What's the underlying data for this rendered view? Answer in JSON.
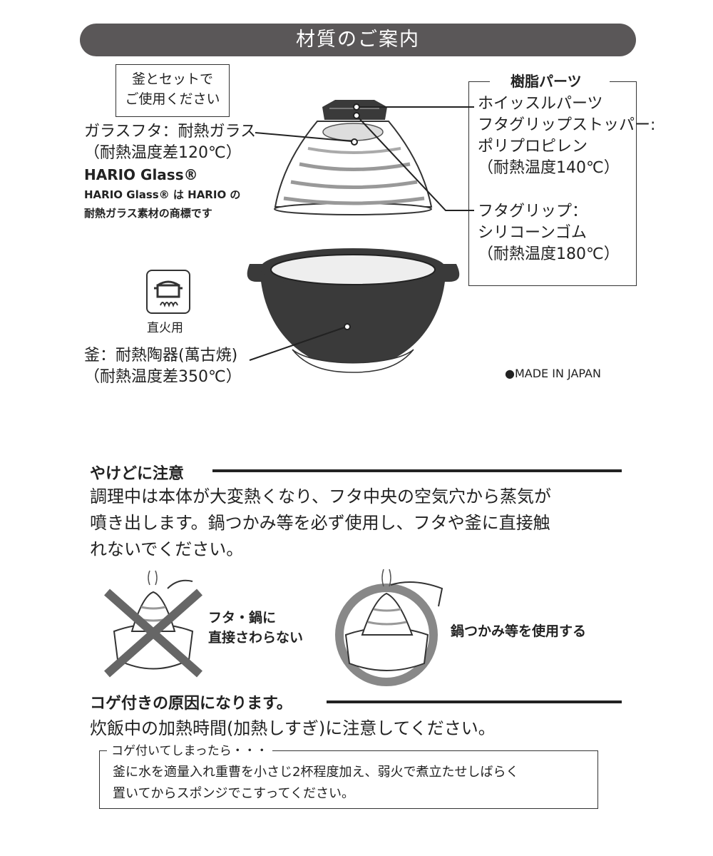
{
  "header": {
    "title": "材質のご案内"
  },
  "set_note": {
    "lines": [
      "釜とセットで",
      "ご使用ください"
    ]
  },
  "glass_lid": {
    "lines": [
      "ガラスフタ：耐熱ガラス",
      "（耐熱温度差120℃）",
      "HARIO Glass®",
      "HARIO Glass® は HARIO の",
      "耐熱ガラス素材の商標です"
    ]
  },
  "resin_parts": {
    "title": "樹脂パーツ",
    "whistle_lines": [
      "ホイッスルパーツ",
      "フタグリップストッパー:",
      "ポリプロピレン",
      "（耐熱温度140℃）"
    ],
    "grip_lines": [
      "フタグリップ：",
      "シリコーンゴム",
      "（耐熱温度180℃）"
    ]
  },
  "direct_fire": {
    "label": "直火用",
    "icon": "direct-fire-icon"
  },
  "pot": {
    "lines": [
      "釜：耐熱陶器(萬古焼)",
      "（耐熱温度差350℃）"
    ]
  },
  "made_in": "●MADE IN JAPAN",
  "burn_warning": {
    "title": "やけどに注意",
    "lines": [
      "調理中は本体が大変熱くなり、フタ中央の空気穴から蒸気が",
      "噴き出します。鍋つかみ等を必ず使用し、フタや釜に直接触",
      "れないでください。"
    ],
    "ng_label": [
      "フタ・鍋に",
      "直接さわらない"
    ],
    "ok_label": "鍋つかみ等を使用する"
  },
  "scorch_warning": {
    "title": "コゲ付きの原因になります。",
    "text": "炊飯中の加熱時間(加熱しすぎ)に注意してください。",
    "box_title": "コゲ付いてしまったら・・・",
    "box_lines": [
      "釜に水を適量入れ重曹を小さじ2杯程度加え、弱火で煮立たせしばらく",
      "置いてからスポンジでこすってください。"
    ]
  },
  "colors": {
    "header_bg": "#5a5758",
    "pot_dark": "#3a3a3a",
    "text": "#222222"
  }
}
